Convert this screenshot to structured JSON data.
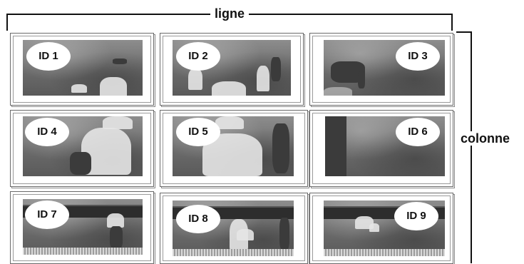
{
  "labels": {
    "row": "ligne",
    "column": "colonne"
  },
  "tiles": [
    {
      "id": "ID 1"
    },
    {
      "id": "ID 2"
    },
    {
      "id": "ID 3"
    },
    {
      "id": "ID 4"
    },
    {
      "id": "ID 5"
    },
    {
      "id": "ID 6"
    },
    {
      "id": "ID 7"
    },
    {
      "id": "ID 8"
    },
    {
      "id": "ID 9"
    }
  ]
}
